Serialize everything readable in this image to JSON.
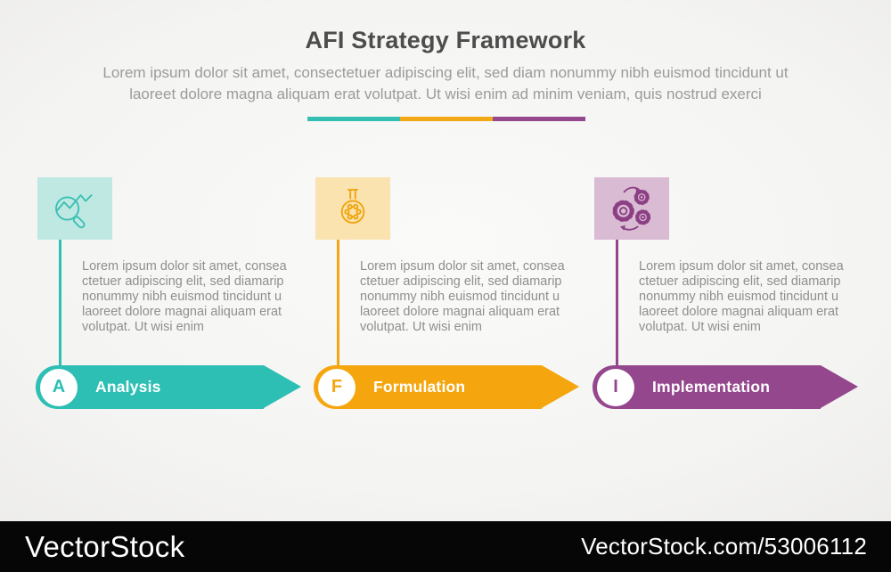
{
  "header": {
    "title": "AFI Strategy Framework",
    "subtitle_line1": "Lorem ipsum dolor sit amet, consectetuer adipiscing elit, sed diam nonummy nibh euismod tincidunt ut",
    "subtitle_line2": "laoreet dolore magna aliquam erat volutpat. Ut wisi enim ad minim veniam, quis nostrud exerci"
  },
  "divider": {
    "colors": [
      "#35bfb2",
      "#f2a918",
      "#96488e"
    ]
  },
  "columns": [
    {
      "key": "analysis",
      "letter": "A",
      "label": "Analysis",
      "icon": "magnifier-chart-icon",
      "accent_color": "#2ebfb4",
      "box_color": "#bfe8e3",
      "body_lines": [
        "Lorem ipsum dolor sit amet, consea",
        "ctetuer adipiscing elit, sed diamarip",
        "nonummy nibh euismod tincidunt u",
        "laoreet dolore magnai aliquam erat",
        "volutpat. Ut wisi enim"
      ]
    },
    {
      "key": "formulation",
      "letter": "F",
      "label": "Formulation",
      "icon": "flask-icon",
      "accent_color": "#f5a60f",
      "box_color": "#fae3ae",
      "body_lines": [
        "Lorem ipsum dolor sit amet, consea",
        "ctetuer adipiscing elit, sed diamarip",
        "nonummy nibh euismod tincidunt u",
        "laoreet dolore magnai aliquam erat",
        "volutpat. Ut wisi enim"
      ]
    },
    {
      "key": "implementation",
      "letter": "I",
      "label": "Implementation",
      "icon": "gears-icon",
      "accent_color": "#95478d",
      "box_color": "#d9bbd4",
      "body_lines": [
        "Lorem ipsum dolor sit amet, consea",
        "ctetuer adipiscing elit, sed diamarip",
        "nonummy nibh euismod tincidunt u",
        "laoreet dolore magnai aliquam erat",
        "volutpat. Ut wisi enim"
      ]
    }
  ],
  "footer": {
    "logo": "VectorStock",
    "credit": "VectorStock.com/53006112"
  }
}
